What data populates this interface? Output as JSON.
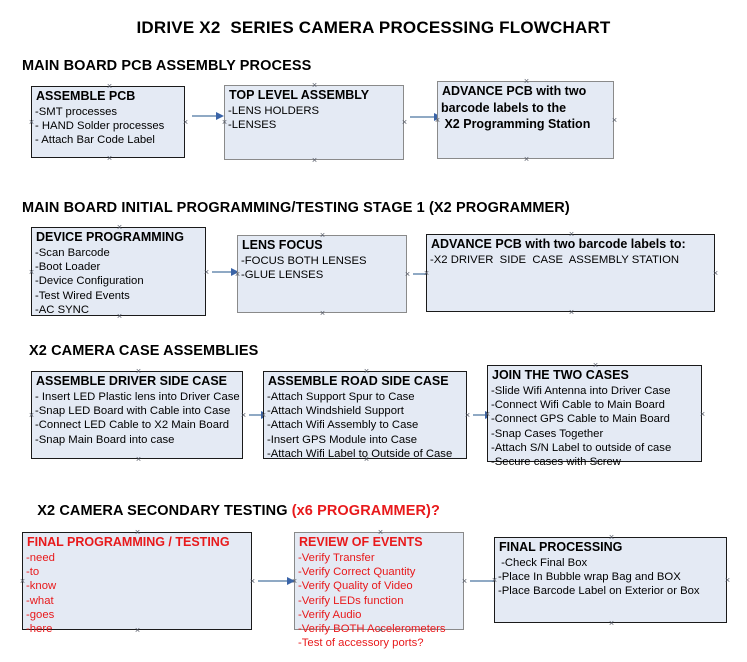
{
  "title": "IDRIVE X2  SERIES CAMERA PROCESSING FLOWCHART",
  "colors": {
    "box_fill": "#e4eaf4",
    "box_border_dark": "#1a1a1a",
    "box_border_gray": "#8a8a8a",
    "arrow_line": "#8fa9c4",
    "arrow_head": "#3a64a8",
    "accent_red": "#e8191b",
    "text": "#000000"
  },
  "sections": [
    {
      "heading": "MAIN BOARD PCB ASSEMBLY PROCESS",
      "heading_accent": "",
      "boxes": [
        {
          "title": "ASSEMBLE PCB",
          "lines": [
            "-SMT processes",
            "- HAND Solder processes",
            "- Attach Bar Code Label"
          ]
        },
        {
          "title": "TOP LEVEL ASSEMBLY",
          "lines": [
            "-LENS HOLDERS",
            "-LENSES"
          ]
        },
        {
          "title": "ADVANCE PCB with two",
          "lines": [
            "barcode labels to the",
            " X2 Programming Station"
          ]
        }
      ]
    },
    {
      "heading": "MAIN BOARD INITIAL PROGRAMMING/TESTING STAGE 1 (X2 PROGRAMMER)",
      "heading_accent": "",
      "boxes": [
        {
          "title": "DEVICE PROGRAMMING",
          "lines": [
            "-Scan Barcode",
            "-Boot Loader",
            "-Device Configuration",
            "-Test Wired Events",
            "-AC SYNC"
          ]
        },
        {
          "title": "LENS FOCUS",
          "lines": [
            "-FOCUS BOTH LENSES",
            "-GLUE LENSES"
          ]
        },
        {
          "title": "ADVANCE PCB with two barcode labels to:",
          "lines": [
            "-X2 DRIVER  SIDE  CASE  ASSEMBLY STATION"
          ]
        }
      ]
    },
    {
      "heading": "X2 CAMERA CASE ASSEMBLIES",
      "heading_accent": "",
      "boxes": [
        {
          "title": "ASSEMBLE DRIVER SIDE CASE",
          "lines": [
            "- Insert LED Plastic lens into Driver Case",
            "-Snap LED Board with Cable into Case",
            "-Connect LED Cable to X2 Main Board",
            "-Snap Main Board into case"
          ]
        },
        {
          "title": "ASSEMBLE ROAD SIDE CASE",
          "lines": [
            "-Attach Support Spur to Case",
            "-Attach Windshield Support",
            "-Attach Wifi Assembly to Case",
            "-Insert GPS Module into Case",
            "-Attach Wifi Label to Outside of Case"
          ]
        },
        {
          "title": "JOIN THE TWO CASES",
          "lines": [
            "-Slide Wifi Antenna into Driver Case",
            "-Connect Wifi Cable to Main Board",
            "-Connect GPS Cable to Main Board",
            "-Snap Cases Together",
            "-Attach S/N Label to outside of case",
            "-Secure cases with Screw"
          ]
        }
      ]
    },
    {
      "heading": "X2 CAMERA SECONDARY TESTING ",
      "heading_accent": "(x6 PROGRAMMER)?",
      "boxes": [
        {
          "title": "FINAL PROGRAMMING / TESTING",
          "lines": [
            "-need",
            "-to",
            "-know",
            "-what",
            "-goes",
            "-here"
          ]
        },
        {
          "title": "REVIEW OF EVENTS",
          "lines": [
            "-Verify Transfer",
            "-Verify Correct Quantity",
            "-Verify Quality of Video",
            "-Verify LEDs function",
            "-Verify Audio",
            "-Verify BOTH Accelerometers",
            "-Test of accessory ports?"
          ]
        },
        {
          "title": "FINAL PROCESSING",
          "lines": [
            " -Check Final Box",
            "-Place In Bubble wrap Bag and BOX",
            "-Place Barcode Label on Exterior or Box"
          ]
        }
      ]
    }
  ]
}
